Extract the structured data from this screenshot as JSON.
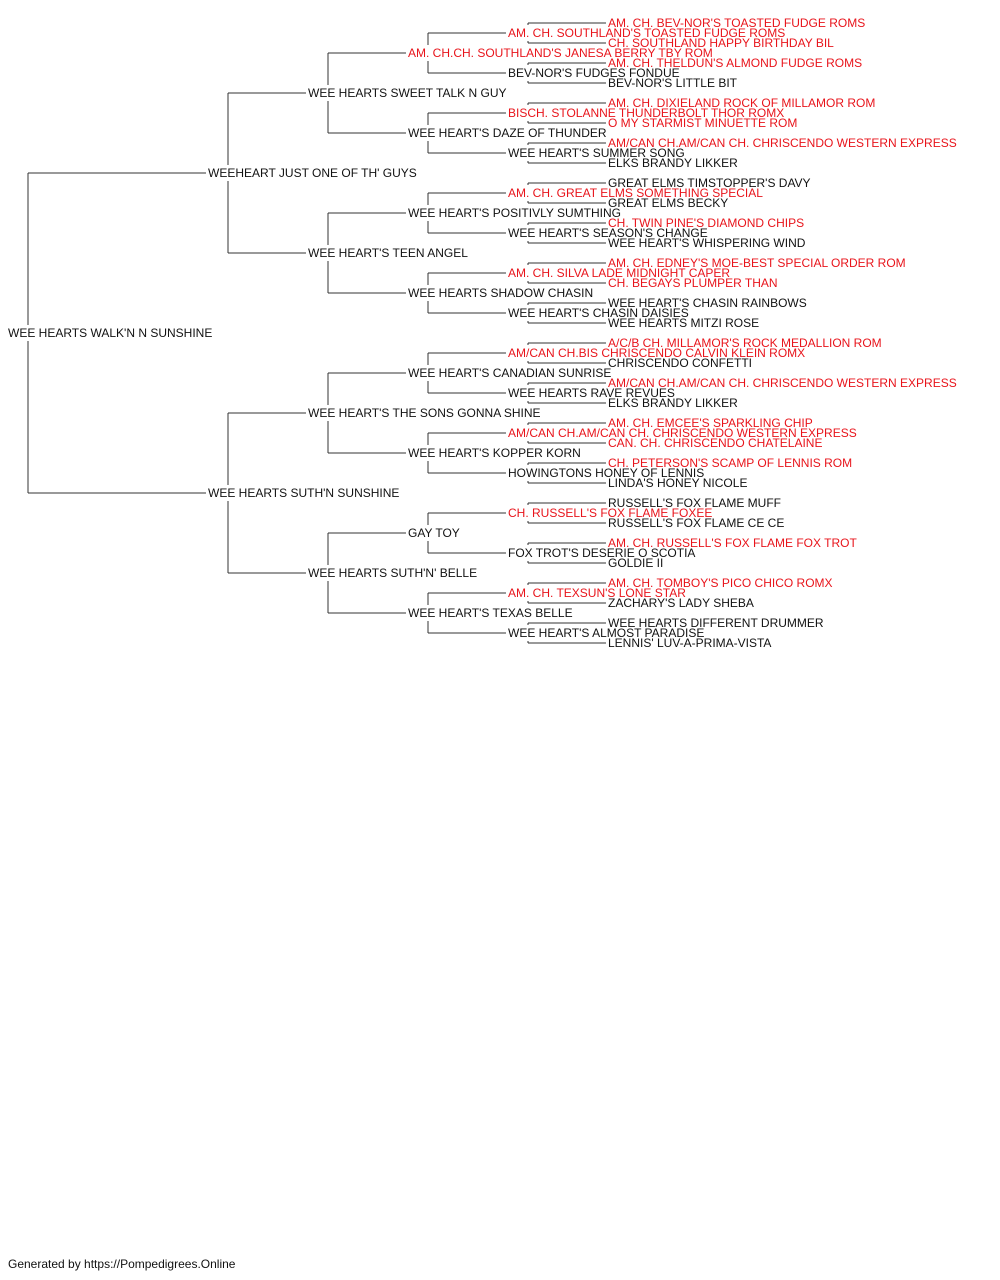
{
  "pedigree": {
    "name": "WEE HEARTS WALK'N N SUNSHINE",
    "ch": false,
    "sire": {
      "name": "WEEHEART JUST ONE OF TH' GUYS",
      "ch": false,
      "sire": {
        "name": "WEE HEARTS SWEET TALK N GUY",
        "ch": false,
        "sire": {
          "name": "AM. CH.CH. SOUTHLAND'S JANESA BERRY TBY ROM",
          "ch": true,
          "sire": {
            "name": "AM. CH. SOUTHLAND'S TOASTED FUDGE ROMS",
            "ch": true,
            "sire": {
              "name": "AM. CH. BEV-NOR'S TOASTED FUDGE ROMS",
              "ch": true
            },
            "dam": {
              "name": "CH. SOUTHLAND HAPPY BIRTHDAY BIL",
              "ch": true
            }
          },
          "dam": {
            "name": "BEV-NOR'S FUDGES FONDUE",
            "ch": false,
            "sire": {
              "name": "AM. CH. THELDUN'S ALMOND FUDGE ROMS",
              "ch": true
            },
            "dam": {
              "name": "BEV-NOR'S LITTLE BIT",
              "ch": false
            }
          }
        },
        "dam": {
          "name": "WEE HEART'S DAZE OF THUNDER",
          "ch": false,
          "sire": {
            "name": "BISCH. STOLANNE THUNDERBOLT THOR ROMX",
            "ch": true,
            "sire": {
              "name": "AM. CH. DIXIELAND ROCK OF MILLAMOR ROM",
              "ch": true
            },
            "dam": {
              "name": "O MY STARMIST MINUETTE ROM",
              "ch": true
            }
          },
          "dam": {
            "name": "WEE HEART'S SUMMER SONG",
            "ch": false,
            "sire": {
              "name": "AM/CAN CH.AM/CAN CH. CHRISCENDO WESTERN EXPRESS",
              "ch": true
            },
            "dam": {
              "name": "ELKS BRANDY LIKKER",
              "ch": false
            }
          }
        }
      },
      "dam": {
        "name": "WEE HEART'S TEEN ANGEL",
        "ch": false,
        "sire": {
          "name": "WEE HEART'S POSITIVLY SUMTHING",
          "ch": false,
          "sire": {
            "name": "AM. CH. GREAT ELMS SOMETHING SPECIAL",
            "ch": true,
            "sire": {
              "name": "GREAT ELMS TIMSTOPPER'S DAVY",
              "ch": false
            },
            "dam": {
              "name": "GREAT ELMS BECKY",
              "ch": false
            }
          },
          "dam": {
            "name": "WEE HEART'S SEASON'S CHANGE",
            "ch": false,
            "sire": {
              "name": "CH. TWIN PINE'S DIAMOND CHIPS",
              "ch": true
            },
            "dam": {
              "name": "WEE HEART'S WHISPERING WIND",
              "ch": false
            }
          }
        },
        "dam": {
          "name": "WEE HEARTS SHADOW CHASIN",
          "ch": false,
          "sire": {
            "name": "AM. CH. SILVA LADE MIDNIGHT CAPER",
            "ch": true,
            "sire": {
              "name": "AM. CH. EDNEY'S MOE-BEST SPECIAL ORDER ROM",
              "ch": true
            },
            "dam": {
              "name": "CH. BEGAYS PLUMPER THAN",
              "ch": true
            }
          },
          "dam": {
            "name": "WEE HEART'S CHASIN DAISIES",
            "ch": false,
            "sire": {
              "name": "WEE HEART'S CHASIN RAINBOWS",
              "ch": false
            },
            "dam": {
              "name": "WEE HEARTS MITZI ROSE",
              "ch": false
            }
          }
        }
      }
    },
    "dam": {
      "name": "WEE HEARTS SUTH'N SUNSHINE",
      "ch": false,
      "sire": {
        "name": "WEE HEART'S THE SONS GONNA SHINE",
        "ch": false,
        "sire": {
          "name": "WEE HEART'S CANADIAN SUNRISE",
          "ch": false,
          "sire": {
            "name": "AM/CAN CH.BIS CHRISCENDO CALVIN KLEIN ROMX",
            "ch": true,
            "sire": {
              "name": "A/C/B CH. MILLAMOR'S ROCK MEDALLION ROM",
              "ch": true
            },
            "dam": {
              "name": "CHRISCENDO CONFETTI",
              "ch": false
            }
          },
          "dam": {
            "name": "WEE HEARTS RAVE REVUES",
            "ch": false,
            "sire": {
              "name": "AM/CAN CH.AM/CAN CH. CHRISCENDO WESTERN EXPRESS",
              "ch": true
            },
            "dam": {
              "name": "ELKS BRANDY LIKKER",
              "ch": false
            }
          }
        },
        "dam": {
          "name": "WEE HEART'S KOPPER KORN",
          "ch": false,
          "sire": {
            "name": "AM/CAN CH.AM/CAN CH. CHRISCENDO WESTERN EXPRESS",
            "ch": true,
            "sire": {
              "name": "AM. CH. EMCEE'S SPARKLING CHIP",
              "ch": true
            },
            "dam": {
              "name": "CAN. CH. CHRISCENDO CHATELAINE",
              "ch": true
            }
          },
          "dam": {
            "name": "HOWINGTONS HONEY OF LENNIS",
            "ch": false,
            "sire": {
              "name": "CH. PETERSON'S SCAMP OF LENNIS ROM",
              "ch": true
            },
            "dam": {
              "name": "LINDA'S HONEY NICOLE",
              "ch": false
            }
          }
        }
      },
      "dam": {
        "name": "WEE HEARTS SUTH'N' BELLE",
        "ch": false,
        "sire": {
          "name": "GAY TOY",
          "ch": false,
          "sire": {
            "name": "CH. RUSSELL'S FOX FLAME FOXEE",
            "ch": true,
            "sire": {
              "name": "RUSSELL'S FOX FLAME MUFF",
              "ch": false
            },
            "dam": {
              "name": "RUSSELL'S FOX FLAME CE CE",
              "ch": false
            }
          },
          "dam": {
            "name": "FOX TROT'S DESERIE O SCOTIA",
            "ch": false,
            "sire": {
              "name": "AM. CH. RUSSELL'S FOX FLAME FOX TROT",
              "ch": true
            },
            "dam": {
              "name": "GOLDIE II",
              "ch": false
            }
          }
        },
        "dam": {
          "name": "WEE HEART'S TEXAS BELLE",
          "ch": false,
          "sire": {
            "name": "AM. CH. TEXSUN'S LONE STAR",
            "ch": true,
            "sire": {
              "name": "AM. CH. TOMBOY'S PICO CHICO ROMX",
              "ch": true
            },
            "dam": {
              "name": "ZACHARY'S LADY SHEBA",
              "ch": false
            }
          },
          "dam": {
            "name": "WEE HEART'S ALMOST PARADISE",
            "ch": false,
            "sire": {
              "name": "WEE HEARTS DIFFERENT DRUMMER",
              "ch": false
            },
            "dam": {
              "name": "LENNIS' LUV-A-PRIMA-VISTA",
              "ch": false
            }
          }
        }
      }
    }
  },
  "footer": "Generated by https://Pompedigrees.Online",
  "colors": {
    "champion": "#e8141b",
    "text": "#111111",
    "line": "#333333"
  }
}
